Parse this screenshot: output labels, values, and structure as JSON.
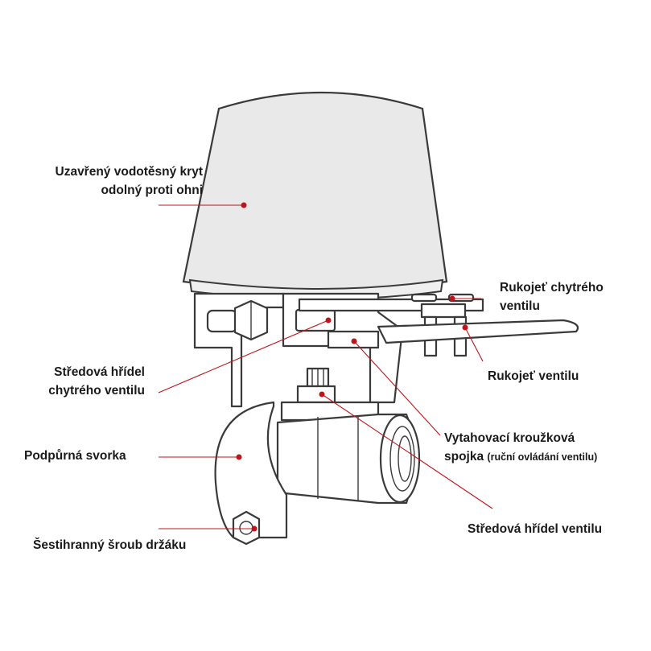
{
  "labels": {
    "cover_line1": "Uzavřený vodotěsný kryt",
    "cover_line2": "odolný proti ohni",
    "smart_handle_line1": "Rukojeť chytrého",
    "smart_handle_line2": "ventilu",
    "smart_shaft_line1": "Středová hřídel",
    "smart_shaft_line2": "chytrého ventilu",
    "valve_handle": "Rukojeť ventilu",
    "clutch_line1": "Vytahovací kroužková",
    "clutch_line2_main": "spojka",
    "clutch_line2_note": "(ruční ovládání ventilu)",
    "support_clamp": "Podpůrná svorka",
    "valve_shaft": "Středová hřídel ventilu",
    "hex_bolt": "Šestihranný šroub držáku"
  },
  "colors": {
    "callout": "#c0141c",
    "outline": "#3a3a3a",
    "text": "#1a1a1a"
  }
}
